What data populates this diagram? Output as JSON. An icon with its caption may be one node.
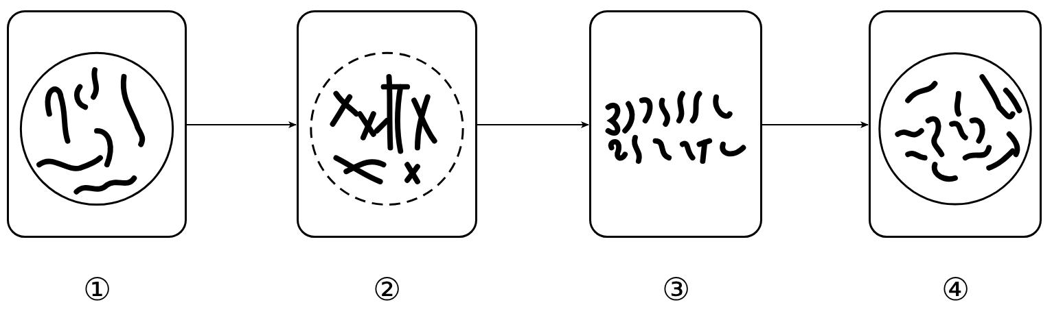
{
  "diagram": {
    "nodes": [
      {
        "text": [],
        "shape": "picture",
        "beside": [
          "①"
        ]
      },
      {
        "text": [],
        "shape": "picture",
        "beside": [
          "②"
        ]
      },
      {
        "text": [],
        "shape": "picture",
        "beside": [
          "③"
        ]
      },
      {
        "text": [],
        "shape": "picture",
        "beside": [
          "④"
        ]
      }
    ],
    "edges": [
      {
        "from": 0,
        "to": 1,
        "arrow": "to"
      },
      {
        "from": 1,
        "to": 2,
        "arrow": "to"
      },
      {
        "from": 2,
        "to": 3,
        "arrow": "to"
      }
    ]
  }
}
